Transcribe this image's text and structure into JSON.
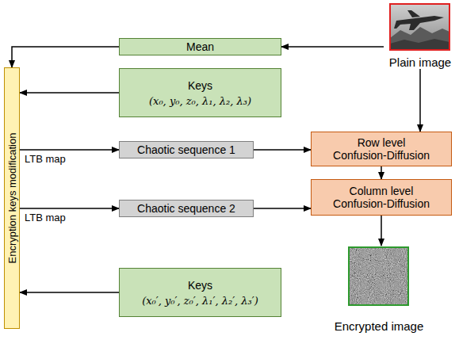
{
  "diagram": {
    "nodes": [
      {
        "text": [
          "Mean"
        ]
      },
      {
        "text": [
          "Plain image"
        ]
      },
      {
        "text": [
          "Encryption keys modification"
        ]
      },
      {
        "text": [
          "Keys",
          "(x₀, y₀, z₀, λ₁, λ₂, λ₃)"
        ]
      },
      {
        "text": [
          "Chaotic sequence 1"
        ]
      },
      {
        "text": [
          "Row level Confusion-Diffusion"
        ]
      },
      {
        "text": [
          "Chaotic sequence 2"
        ]
      },
      {
        "text": [
          "Column level Confusion-Diffusion"
        ]
      },
      {
        "text": [
          "Encrypted image"
        ]
      },
      {
        "text": [
          "Keys",
          "(x₀′, y₀′, z₀′, λ₁′, λ₂′, λ₃′)"
        ]
      }
    ],
    "edges": [
      {
        "from": 1,
        "to": 0,
        "arrow": "to"
      },
      {
        "from": 0,
        "to": 2,
        "arrow": "to"
      },
      {
        "from": 3,
        "to": 2,
        "arrow": "to"
      },
      {
        "from": 2,
        "to": 4,
        "arrow": "to",
        "label": "LTB map"
      },
      {
        "from": 2,
        "to": 6,
        "arrow": "to",
        "label": "LTB map"
      },
      {
        "from": 9,
        "to": 2,
        "arrow": "to"
      },
      {
        "from": 1,
        "to": 5,
        "arrow": "to"
      },
      {
        "from": 4,
        "to": 5,
        "arrow": "to"
      },
      {
        "from": 6,
        "to": 7,
        "arrow": "to"
      },
      {
        "from": 5,
        "to": 7,
        "arrow": "to"
      },
      {
        "from": 7,
        "to": 8,
        "arrow": "to"
      }
    ]
  }
}
